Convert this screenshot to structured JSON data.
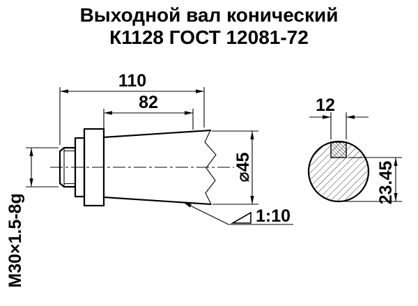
{
  "title": {
    "line1": "Выходной вал конический",
    "line2": "К1128 ГОСТ 12081-72"
  },
  "colors": {
    "line": "#000000",
    "background": "#ffffff"
  },
  "side_view": {
    "overall_length": "110",
    "cone_length": "82",
    "thread": "M30×1.5-8g",
    "diameter": "⌀45",
    "taper": "1:10"
  },
  "end_view": {
    "keyway_width": "12",
    "keyway_depth": "23.45"
  }
}
